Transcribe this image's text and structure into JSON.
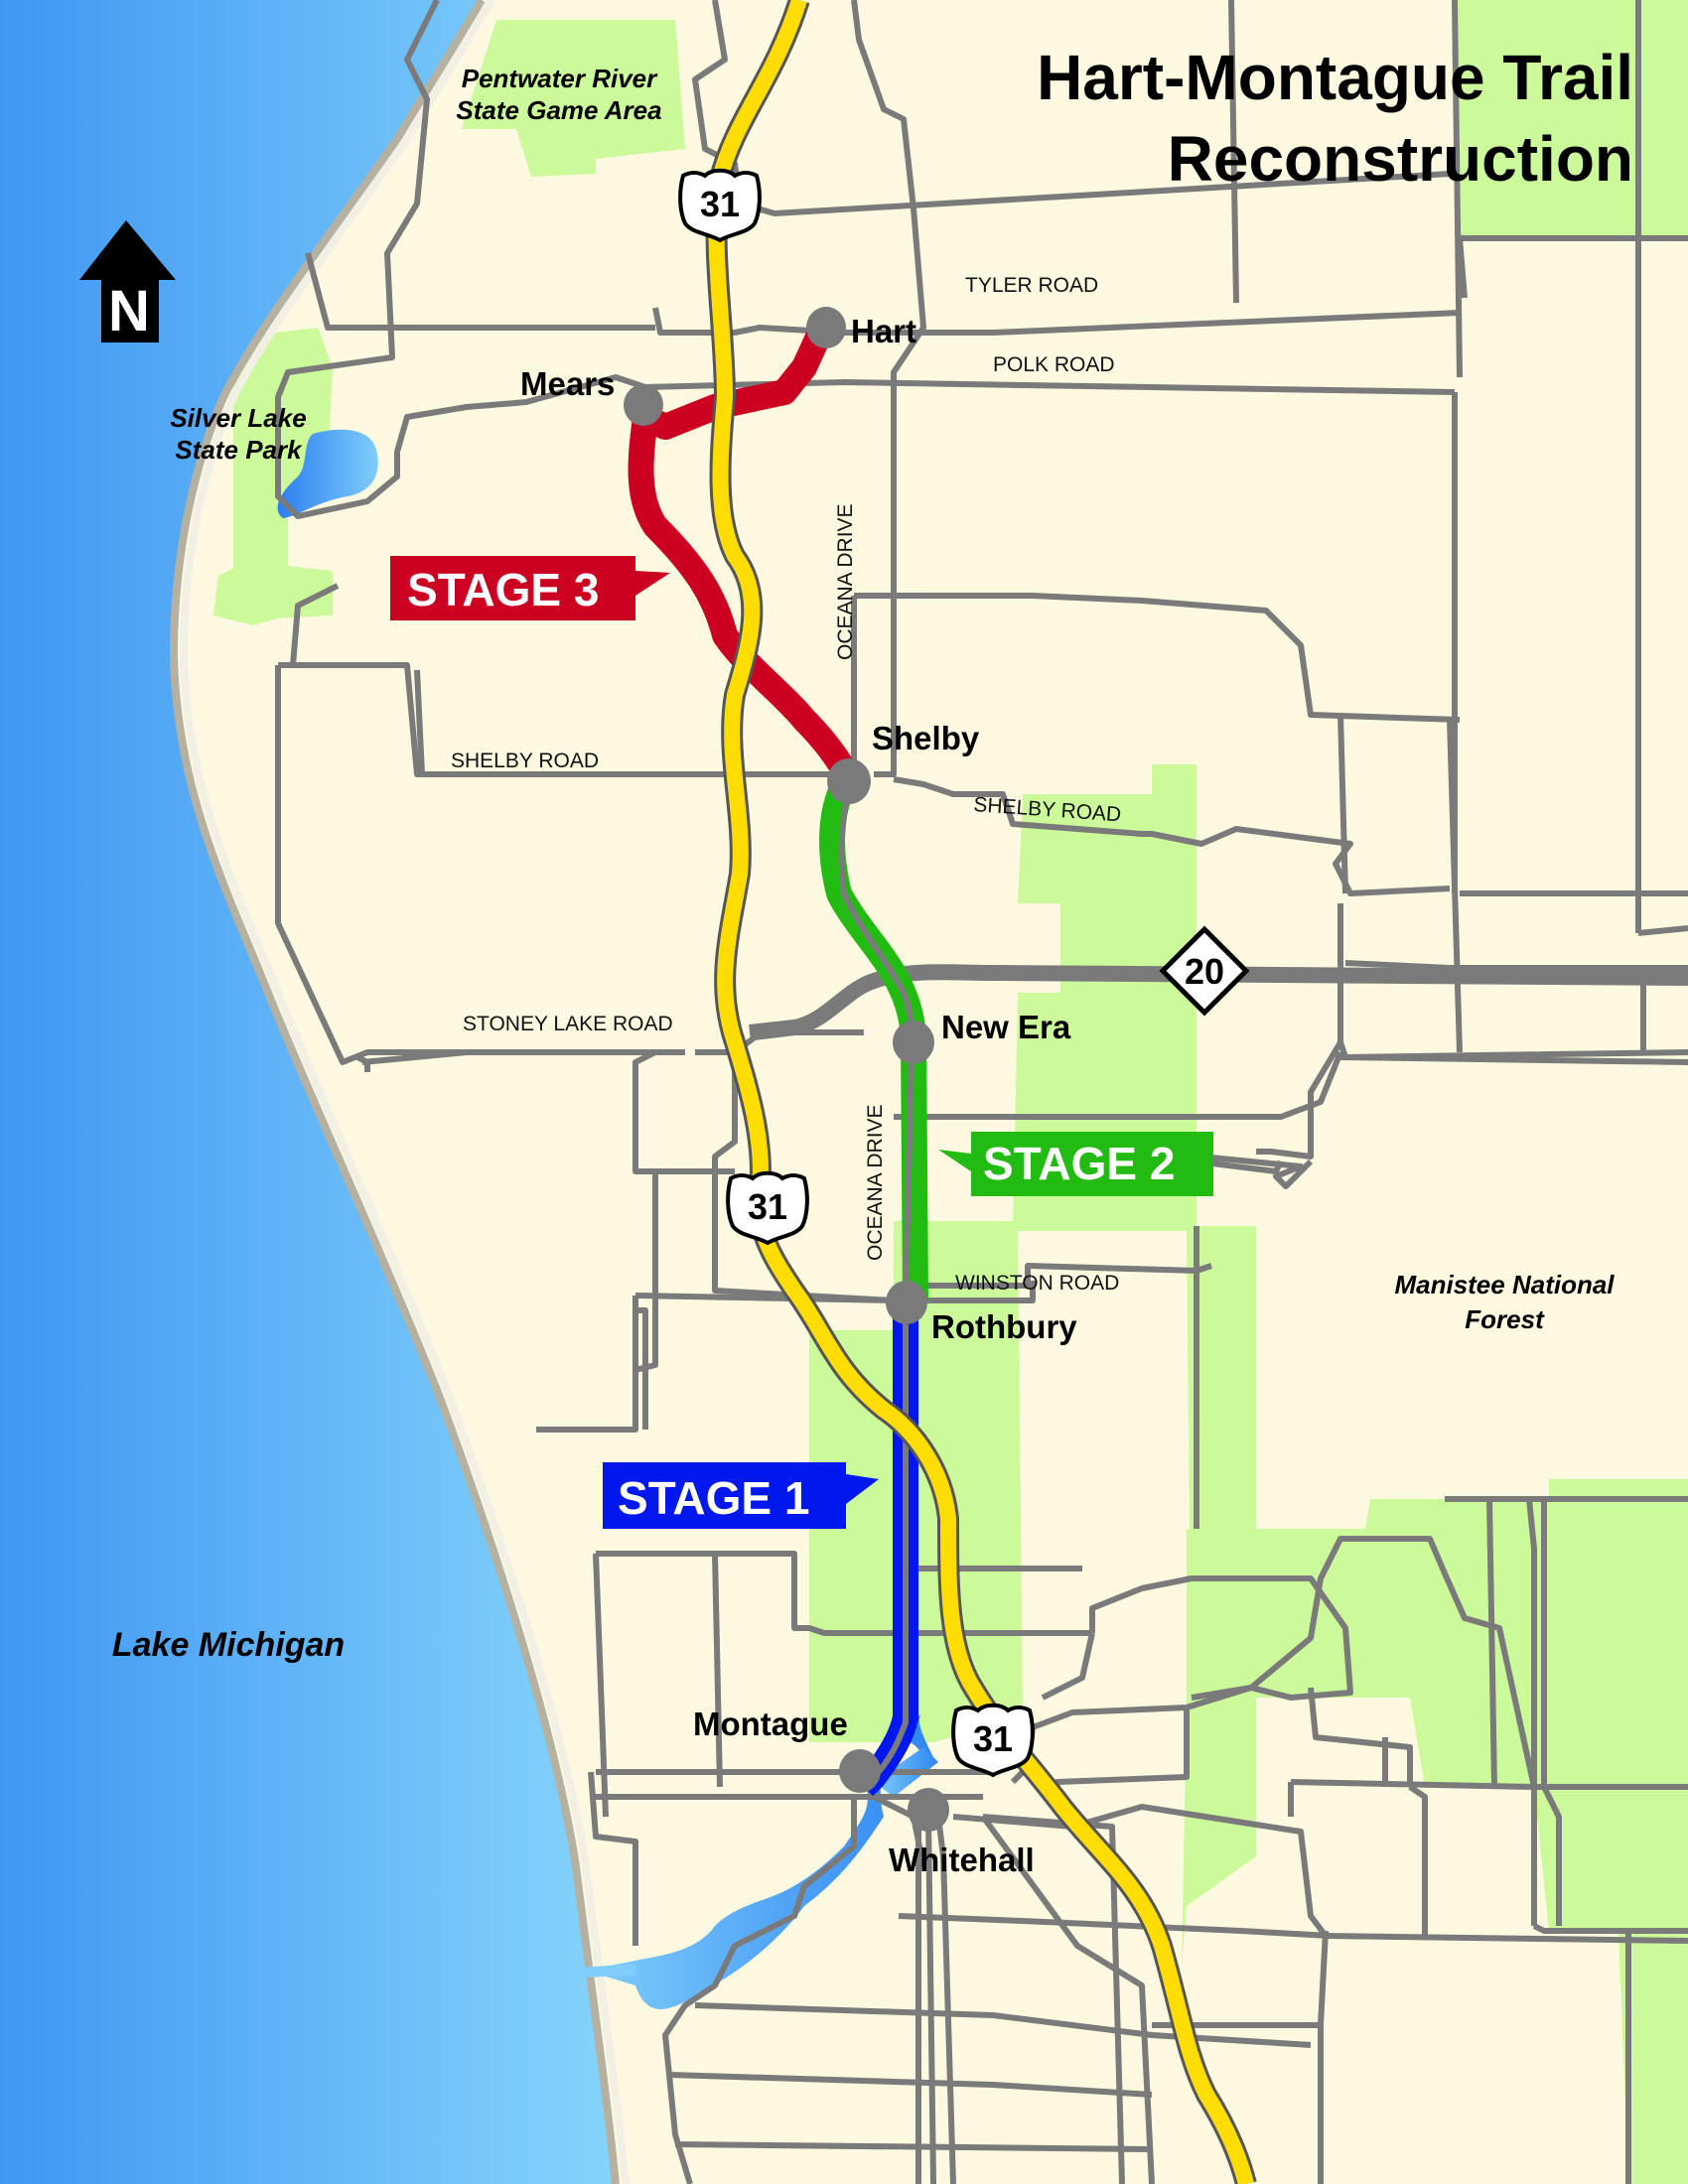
{
  "title": {
    "line1": "Hart-Montague Trail",
    "line2": "Reconstruction"
  },
  "north_arrow": {
    "label": "N"
  },
  "water": {
    "lake_michigan": "Lake Michigan"
  },
  "areas": {
    "pentwater_line1": "Pentwater River",
    "pentwater_line2": "State Game Area",
    "silver_lake_line1": "Silver Lake",
    "silver_lake_line2": "State Park",
    "manistee_line1": "Manistee National",
    "manistee_line2": "Forest"
  },
  "towns": {
    "hart": "Hart",
    "mears": "Mears",
    "shelby": "Shelby",
    "new_era": "New Era",
    "rothbury": "Rothbury",
    "montague": "Montague",
    "whitehall": "Whitehall"
  },
  "roads": {
    "tyler": "TYLER ROAD",
    "polk": "POLK ROAD",
    "oceana_north": "OCEANA DRIVE",
    "oceana_south": "OCEANA DRIVE",
    "shelby_west": "SHELBY ROAD",
    "shelby_east": "SHELBY ROAD",
    "stoney_lake": "STONEY LAKE ROAD",
    "winston": "WINSTON ROAD"
  },
  "shields": {
    "us31_north": "31",
    "us31_mid": "31",
    "us31_south": "31",
    "m20": "20"
  },
  "stages": [
    {
      "label": "STAGE 3",
      "color": "#cc0020"
    },
    {
      "label": "STAGE 2",
      "color": "#22bb11"
    },
    {
      "label": "STAGE 1",
      "color": "#0018ee"
    }
  ],
  "colors": {
    "land": "#fdf9e1",
    "forest": "#ccf99a",
    "water_deep": "#3f97f3",
    "water_light": "#86d4fb",
    "road": "#7a7a7a",
    "highway": "#ffdd00",
    "town_dot": "#7a7a7a"
  }
}
